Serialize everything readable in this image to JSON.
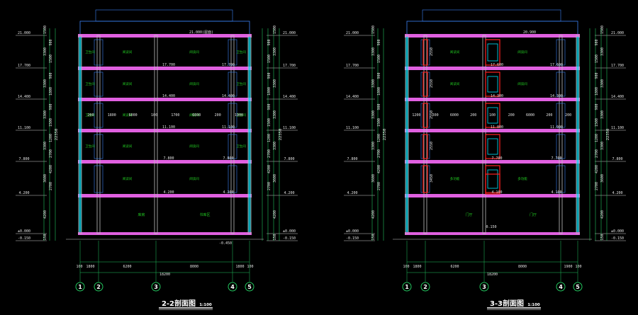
{
  "colors": {
    "background": "#000000",
    "slab": "#e060e0",
    "wall": "#c0c0c0",
    "dimension": "#22c55e",
    "text_dim": "#e0e0e0",
    "room_label": "#22cc22",
    "elevation_line": "#d0d0d0",
    "axis_bubble": "#22c55e",
    "glass": "#00e5ff",
    "window_frame": "#3b82f6",
    "door_red": "#ff2020",
    "title_line": "#ffffff",
    "ground": "#888888"
  },
  "sections": [
    {
      "title": "2-2剖面图",
      "scale": "1:100",
      "level_labels_left": [
        "21.000",
        "17.700",
        "14.400",
        "11.100",
        "7.800",
        "4.200",
        "±0.000",
        "-0.150"
      ],
      "level_labels_right": [
        "21.000",
        "17.700",
        "14.400",
        "11.100",
        "7.800",
        "4.200",
        "±0.000",
        "-0.150"
      ],
      "roof_label": "21.000(屋面)",
      "floor_labels_mid": [
        "17.700",
        "14.400",
        "11.100",
        "7.800",
        "4.200"
      ],
      "floor_labels_right": [
        "17.700",
        "14.400",
        "11.100",
        "7.800",
        "4.200"
      ],
      "overall_height": "22350",
      "storey_heights_left": [
        "1500",
        "3300",
        "3300",
        "3300",
        "3300",
        "3600",
        "4200",
        "150"
      ],
      "sub_dims_right": [
        "900",
        "1500",
        "900",
        "1800",
        "900",
        "1500",
        "1200",
        "2700",
        "4200",
        "2700"
      ],
      "room_labels_row": [
        {
          "left": "卫生间",
          "mid": "阅读间",
          "right": "阅读间",
          "far": "卫生间"
        },
        {
          "left": "卫生间",
          "mid": "阅读间",
          "right": "阅读间",
          "far": "卫生间"
        },
        {
          "left": "卫生间",
          "mid": "阅读间",
          "right": "阅读间",
          "far": "卫生间"
        },
        {
          "left": "卫生间",
          "mid": "阅读间",
          "right": "阅读间",
          "far": "卫生间"
        },
        {
          "left": "",
          "mid": "阅读间",
          "right": "阅读间",
          "far": ""
        }
      ],
      "ground_rooms": [
        "库房",
        "书库区"
      ],
      "mid_dim_row": [
        "200",
        "1800",
        "6000",
        "100",
        "1700",
        "6000",
        "200",
        "1900"
      ],
      "bottom_dims": [
        "100",
        "1800",
        "6200",
        "8000",
        "1800",
        "100"
      ],
      "total_width": "18200",
      "axes": [
        "1",
        "2",
        "3",
        "4",
        "5"
      ],
      "ground_elev_mid": "-0.450"
    },
    {
      "title": "3-3剖面图",
      "scale": "1:100",
      "level_labels_left": [
        "21.000",
        "17.700",
        "14.400",
        "11.100",
        "7.800",
        "4.200",
        "±0.000",
        "-0.150"
      ],
      "level_labels_right": [
        "21.000",
        "17.700",
        "14.400",
        "11.100",
        "7.800",
        "4.200",
        "±0.000",
        "-0.150"
      ],
      "roof_label": "20.900",
      "floor_labels_mid": [
        "17.600",
        "14.300",
        "11.000",
        "7.700",
        "4.100"
      ],
      "floor_labels_right": [
        "17.600",
        "14.300",
        "11.000",
        "7.700",
        "4.100"
      ],
      "overall_height": "22350",
      "storey_heights_left": [
        "1500",
        "3300",
        "3300",
        "3300",
        "3300",
        "3600",
        "4200",
        "150"
      ],
      "sub_dims_right": [
        "900",
        "1500",
        "900",
        "1800",
        "900",
        "1500",
        "1200",
        "2700",
        "4200",
        "2700"
      ],
      "room_labels_row": [
        {
          "left": "",
          "mid": "阅读间",
          "right": "阅读间",
          "far": ""
        },
        {
          "left": "",
          "mid": "阅读间",
          "right": "阅读间",
          "far": ""
        },
        {
          "left": "",
          "mid": "",
          "right": "",
          "far": ""
        },
        {
          "left": "",
          "mid": "",
          "right": "",
          "far": ""
        },
        {
          "left": "",
          "mid": "多功能",
          "right": "多功能",
          "far": ""
        }
      ],
      "ground_rooms": [
        "门厅",
        "门厅"
      ],
      "ground_extra": "0.150",
      "mid_dim_row": [
        "1200",
        "300",
        "6000",
        "200",
        "100",
        "200",
        "6000",
        "200",
        "200"
      ],
      "bottom_dims": [
        "100",
        "1800",
        "6200",
        "8000",
        "1900",
        "100"
      ],
      "total_width": "18200",
      "axes": [
        "1",
        "2",
        "3",
        "4",
        "5"
      ],
      "stair_dims": [
        "2550",
        "2550",
        "2550",
        "2550",
        "3450"
      ]
    }
  ]
}
